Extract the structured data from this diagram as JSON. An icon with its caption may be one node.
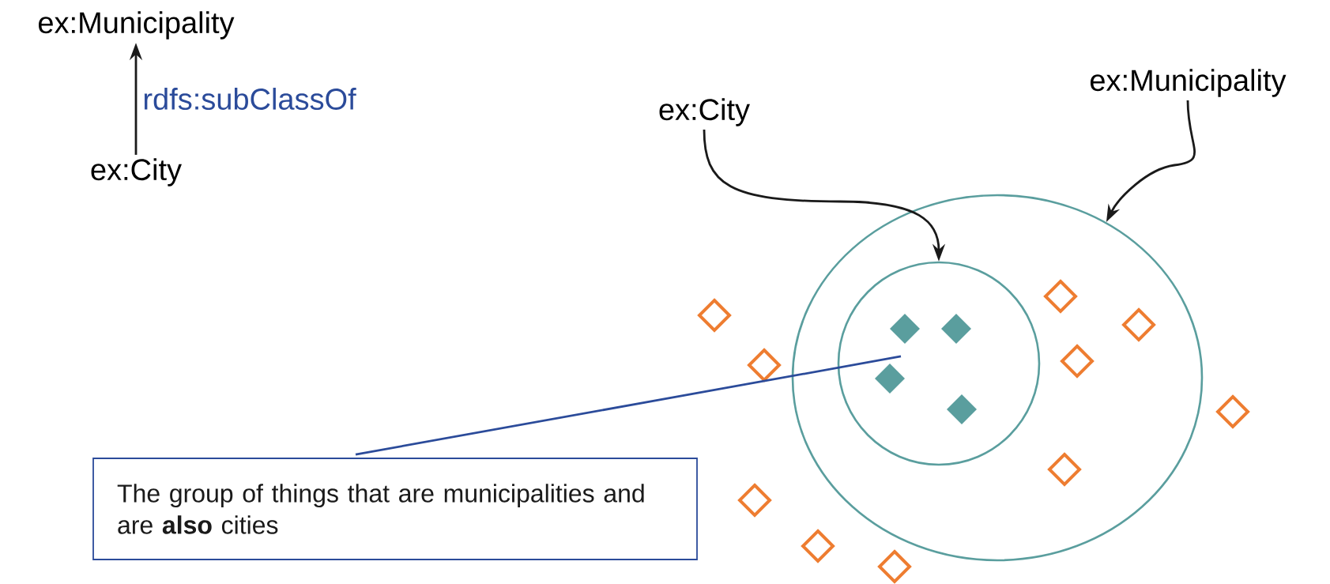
{
  "diagram": {
    "nodes": [
      {
        "text": [
          "ex:Municipality"
        ]
      },
      {
        "text": [
          "ex:City"
        ]
      },
      {
        "text": [
          "ex:City"
        ]
      },
      {
        "text": [
          "ex:Municipality"
        ]
      },
      {
        "text": [],
        "shape": "circle"
      },
      {
        "text": [],
        "shape": "circle",
        "in": 4
      },
      {
        "text": [
          "The group of things that are municipalities and are **also** cities"
        ]
      }
    ],
    "edges": [
      {
        "from": 1,
        "to": 0,
        "arrow": "to",
        "label": "rdfs:subClassOf"
      },
      {
        "from": 2,
        "to": 5,
        "arrow": "to"
      },
      {
        "from": 3,
        "to": 4,
        "arrow": "to"
      },
      {
        "from": 6,
        "to": 5,
        "arrow": "none",
        "color": "#2b4b9a"
      }
    ]
  }
}
